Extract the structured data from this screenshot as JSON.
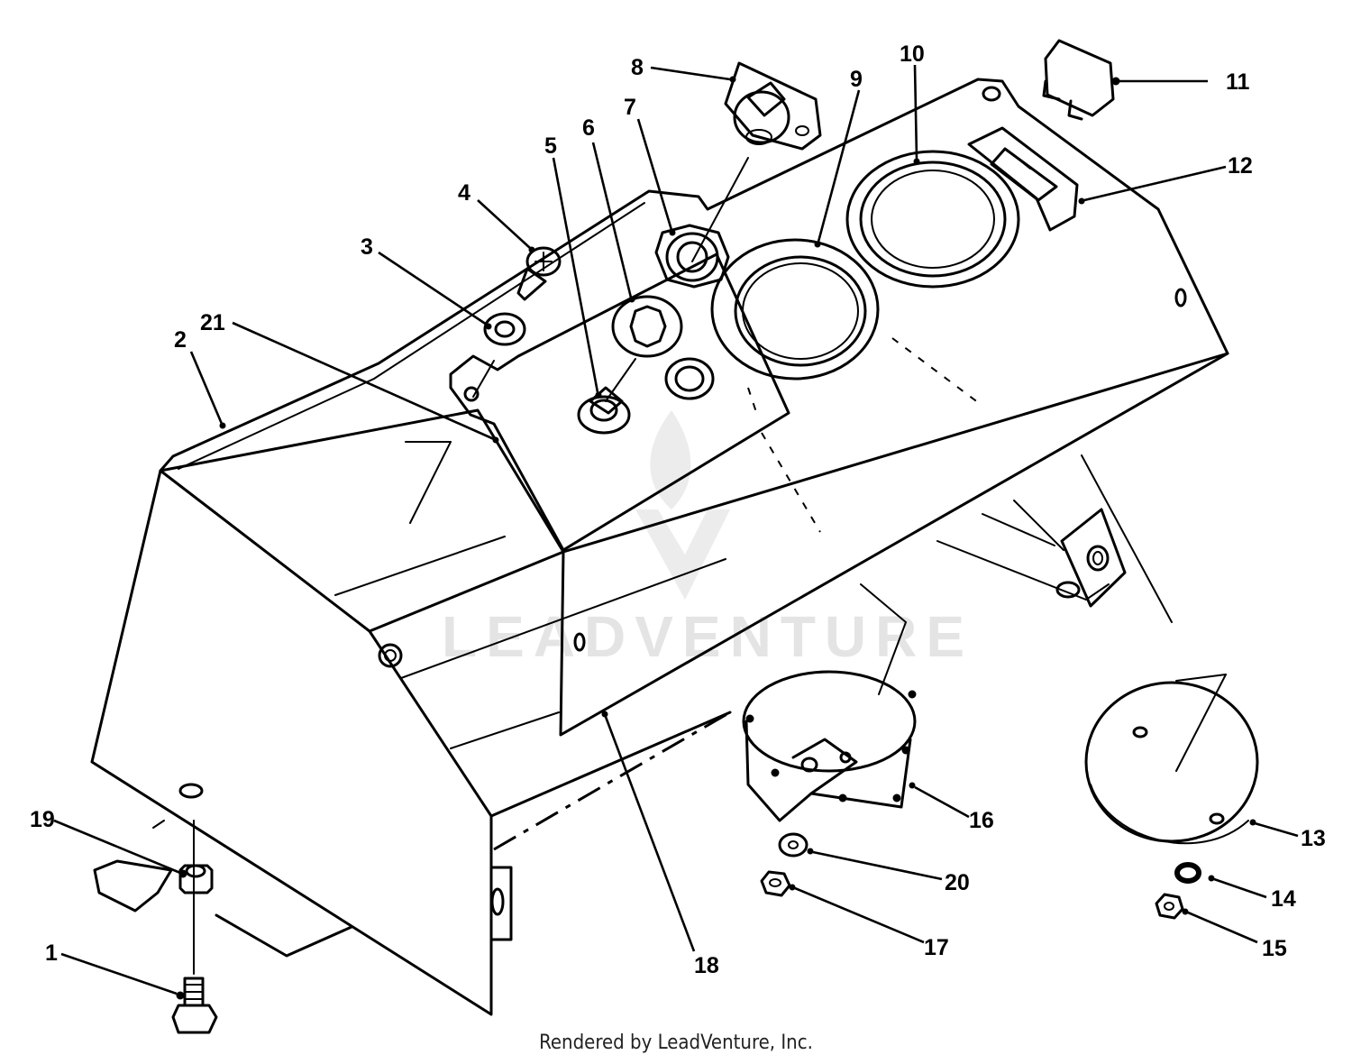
{
  "watermark": {
    "brand": "LEADVENTURE"
  },
  "footer": {
    "credit": "Rendered by LeadVenture, Inc."
  },
  "callouts": {
    "c1": "1",
    "c2": "2",
    "c3": "3",
    "c4": "4",
    "c5": "5",
    "c6": "6",
    "c7": "7",
    "c8": "8",
    "c9": "9",
    "c10": "10",
    "c11": "11",
    "c12": "12",
    "c13": "13",
    "c14": "14",
    "c15": "15",
    "c16": "16",
    "c17": "17",
    "c18": "18",
    "c19": "19",
    "c20": "20",
    "c21": "21"
  }
}
